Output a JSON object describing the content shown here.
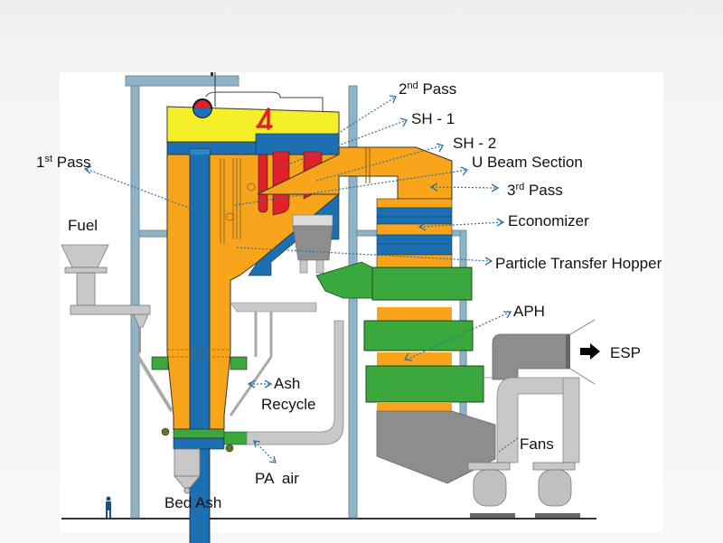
{
  "diagram": {
    "subject": "Circulating fluidized bed boiler schematic",
    "labels": {
      "second_pass": {
        "base": "2",
        "sup": "nd",
        "text": " Pass"
      },
      "sh1": "SH - 1",
      "sh2": "SH - 2",
      "u_beam": "U Beam Section",
      "third_pass": {
        "base": "3",
        "sup": "rd",
        "text": " Pass"
      },
      "economizer": "Economizer",
      "particle_hopper": "Particle Transfer Hopper",
      "first_pass": {
        "base": "1",
        "sup": "st",
        "text": " Pass"
      },
      "fuel": "Fuel",
      "aph": "APH",
      "esp": "ESP",
      "ash_recycle_1": "Ash",
      "ash_recycle_2": "Recycle",
      "fans": "Fans",
      "pa_air": "PA  air",
      "bed_ash": "Bed Ash"
    },
    "colors": {
      "structure_steel": "#8fb3c4",
      "orange_wall": "#f9a51b",
      "blue_tubes": "#1c6fb0",
      "yellow_roof": "#f5ef2a",
      "red_superheater": "#e2202a",
      "green_aph": "#3aa83c",
      "grey_duct": "#c8c8c8",
      "dark_grey_duct": "#8d8d8d",
      "leader_line": "#2f6f9f"
    }
  }
}
